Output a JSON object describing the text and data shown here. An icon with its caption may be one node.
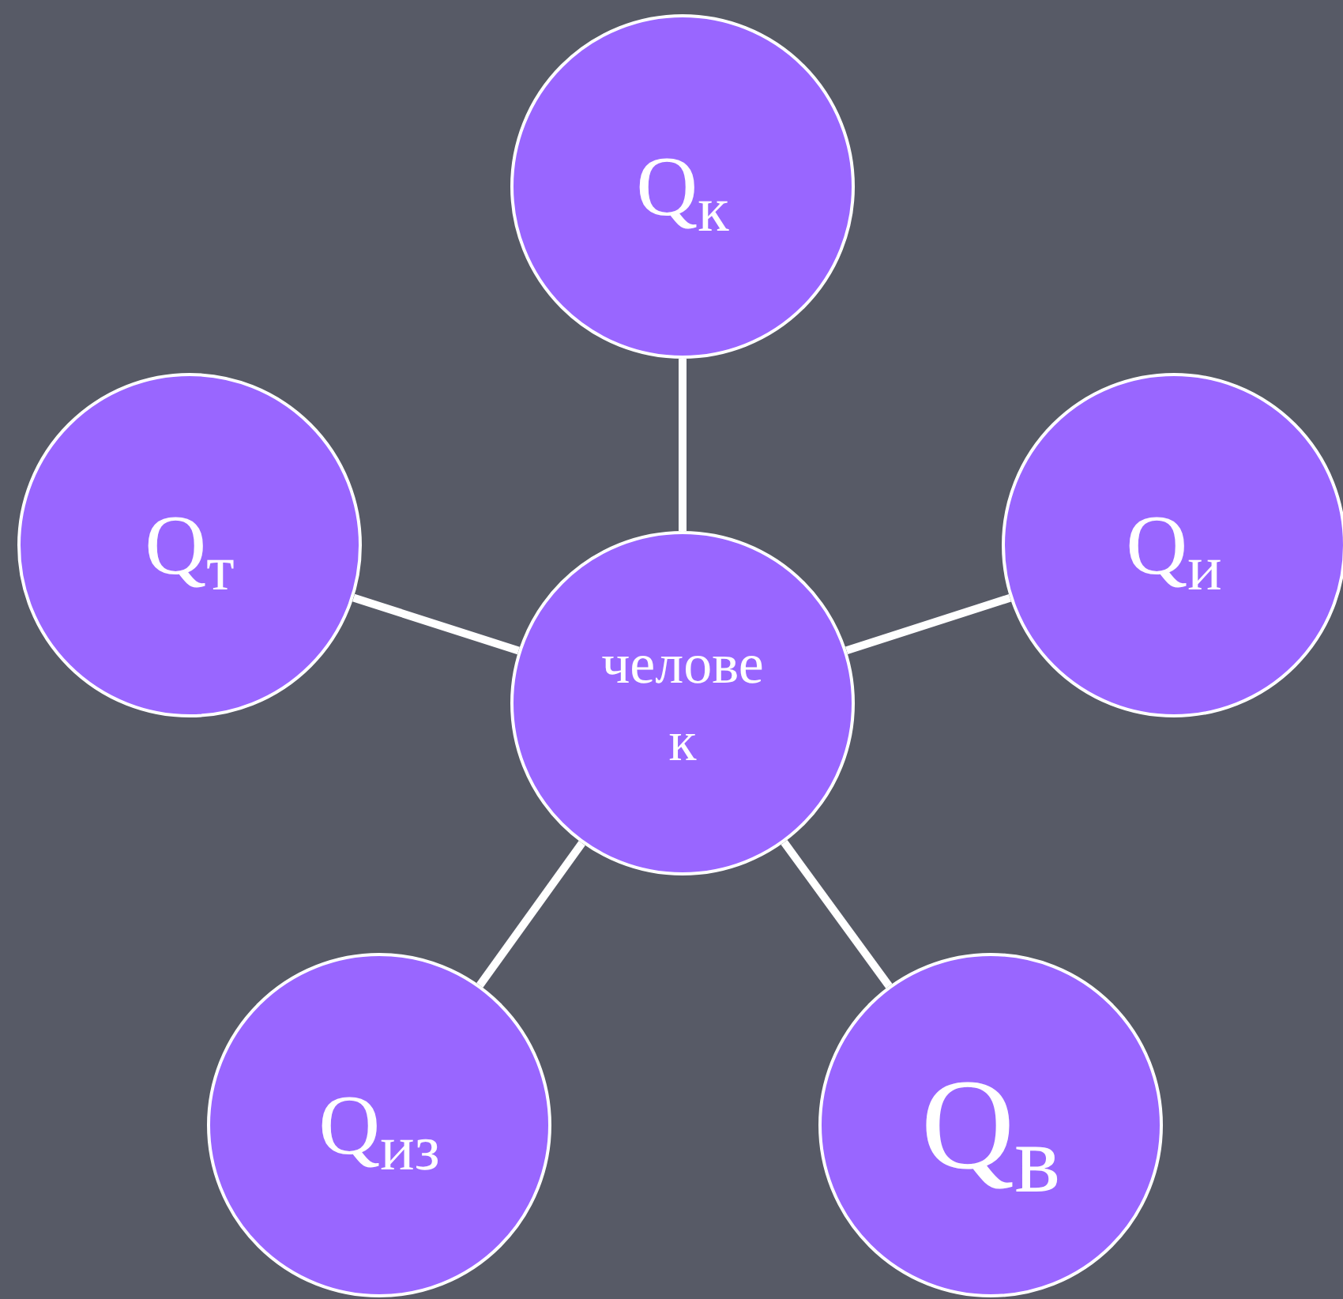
{
  "diagram": {
    "nodes": [
      {
        "text": [
          "Q$_{к}$"
        ]
      },
      {
        "text": [
          "Q$_{т}$"
        ]
      },
      {
        "text": [
          "человек"
        ]
      },
      {
        "text": [
          "Q$_{и}$"
        ]
      },
      {
        "text": [
          "Q$_{из}$"
        ]
      },
      {
        "text": [
          "Q$_{в}$"
        ]
      }
    ],
    "edges": [
      {
        "from": 2,
        "to": 0,
        "arrow": "none"
      },
      {
        "from": 2,
        "to": 1,
        "arrow": "none"
      },
      {
        "from": 2,
        "to": 3,
        "arrow": "none"
      },
      {
        "from": 2,
        "to": 4,
        "arrow": "none"
      },
      {
        "from": 2,
        "to": 5,
        "arrow": "none"
      }
    ]
  }
}
